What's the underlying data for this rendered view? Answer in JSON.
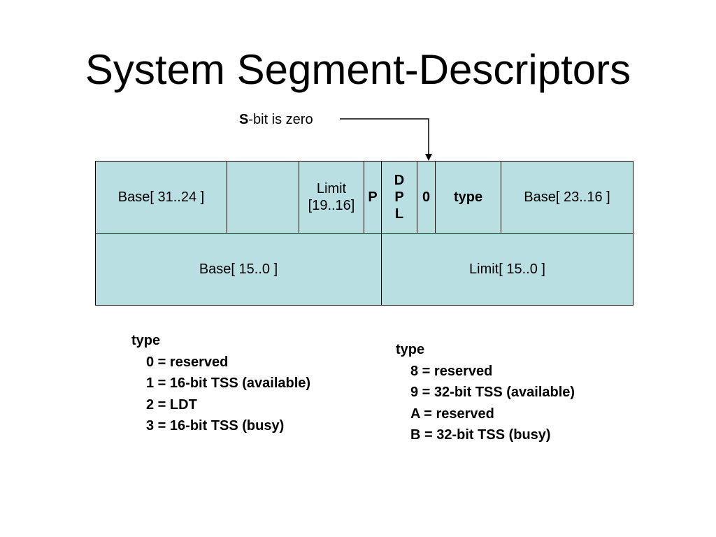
{
  "title": "System Segment-Descriptors",
  "callout": {
    "bold": "S",
    "text": "-bit is zero"
  },
  "descriptor": {
    "row1": {
      "base_high": "Base[ 31..24 ]",
      "empty": "",
      "limit_line1": "Limit",
      "limit_line2": "[19..16]",
      "p": "P",
      "dpl": [
        "D",
        "P",
        "L"
      ],
      "zero": "0",
      "type": "type",
      "base_mid": "Base[ 23..16 ]"
    },
    "row2": {
      "base_low": "Base[ 15..0 ]",
      "limit_low": "Limit[ 15..0 ]"
    },
    "fill_color": "#b9dfe3"
  },
  "type_list_left": {
    "header": "type",
    "items": [
      "0 = reserved",
      "1 = 16-bit TSS (available)",
      "2 = LDT",
      "3 = 16-bit TSS (busy)"
    ]
  },
  "type_list_right": {
    "header": "type",
    "items": [
      "8 = reserved",
      "9 = 32-bit TSS (available)",
      "A = reserved",
      "B = 32-bit TSS (busy)"
    ]
  }
}
